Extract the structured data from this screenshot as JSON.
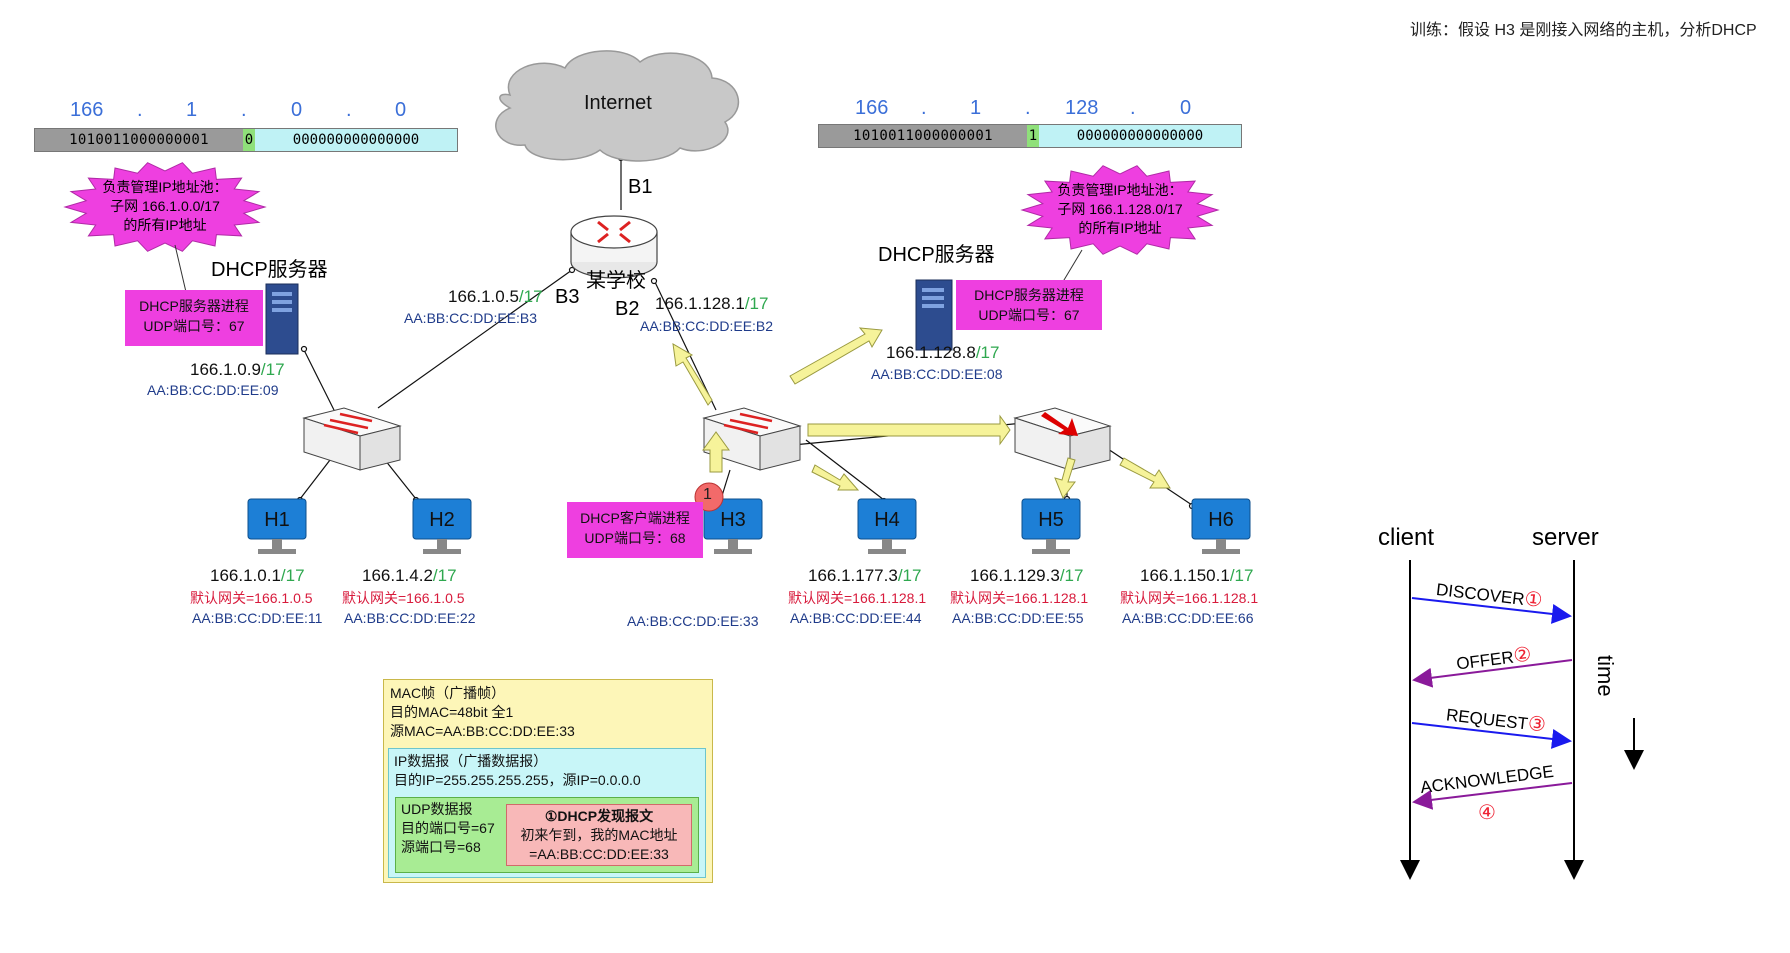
{
  "header": {
    "exercise": "训练：假设 H3 是刚接入网络的主机，分析DHCP"
  },
  "cloud": {
    "label": "Internet"
  },
  "router": {
    "label": "某学校",
    "port_b1": "B1",
    "port_b2": "B2",
    "port_b3": "B3"
  },
  "left_subnet": {
    "octets": [
      "166",
      ".",
      "1",
      ".",
      "0",
      ".",
      "0"
    ],
    "bits_net": "1010011000000001",
    "bits_sub": "0",
    "bits_host": "000000000000000",
    "star_lines": [
      "负责管理IP地址池：",
      "子网 166.1.0.0/17",
      "的所有IP地址"
    ],
    "dhcp_title": "DHCP服务器",
    "dhcp_proc": [
      "DHCP服务器进程",
      "UDP端口号：67"
    ],
    "server_ip": "166.1.0.9",
    "server_mask": "/17",
    "server_mac": "AA:BB:CC:DD:EE:09",
    "b3_ip": "166.1.0.5",
    "b3_mask": "/17",
    "b3_mac": "AA:BB:CC:DD:EE:B3"
  },
  "right_subnet": {
    "octets": [
      "166",
      ".",
      "1",
      ".",
      "128",
      ".",
      "0"
    ],
    "bits_net": "1010011000000001",
    "bits_sub": "1",
    "bits_host": "000000000000000",
    "star_lines": [
      "负责管理IP地址池：",
      "子网 166.1.128.0/17",
      "的所有IP地址"
    ],
    "dhcp_title": "DHCP服务器",
    "dhcp_proc": [
      "DHCP服务器进程",
      "UDP端口号：67"
    ],
    "server_ip": "166.1.128.8",
    "server_mask": "/17",
    "server_mac": "AA:BB:CC:DD:EE:08",
    "b2_ip": "166.1.128.1",
    "b2_mask": "/17",
    "b2_mac": "AA:BB:CC:DD:EE:B2"
  },
  "hosts": [
    {
      "name": "H1",
      "ip": "166.1.0.1",
      "mask": "/17",
      "gw": "默认网关=166.1.0.5",
      "mac": "AA:BB:CC:DD:EE:11"
    },
    {
      "name": "H2",
      "ip": "166.1.4.2",
      "mask": "/17",
      "gw": "默认网关=166.1.0.5",
      "mac": "AA:BB:CC:DD:EE:22"
    },
    {
      "name": "H3",
      "ip": "",
      "mask": "",
      "gw": "",
      "mac": "AA:BB:CC:DD:EE:33"
    },
    {
      "name": "H4",
      "ip": "166.1.177.3",
      "mask": "/17",
      "gw": "默认网关=166.1.128.1",
      "mac": "AA:BB:CC:DD:EE:44"
    },
    {
      "name": "H5",
      "ip": "166.1.129.3",
      "mask": "/17",
      "gw": "默认网关=166.1.128.1",
      "mac": "AA:BB:CC:DD:EE:55"
    },
    {
      "name": "H6",
      "ip": "166.1.150.1",
      "mask": "/17",
      "gw": "默认网关=166.1.128.1",
      "mac": "AA:BB:CC:DD:EE:66"
    }
  ],
  "client_proc": [
    "DHCP客户端进程",
    "UDP端口号：68"
  ],
  "step_badge": "1",
  "mac_frame": {
    "title": "MAC帧（广播帧）",
    "dst": "目的MAC=48bit 全1",
    "src": "源MAC=AA:BB:CC:DD:EE:33",
    "ip_title": "IP数据报（广播数据报）",
    "ip_addrs": "目的IP=255.255.255.255，源IP=0.0.0.0",
    "udp_title": "UDP数据报",
    "udp_dst": "目的端口号=67",
    "udp_src": "源端口号=68",
    "dhcp_title": "①DHCP发现报文",
    "dhcp_line1": "初来乍到，我的MAC地址",
    "dhcp_line2": "=AA:BB:CC:DD:EE:33"
  },
  "sequence": {
    "client": "client",
    "server": "server",
    "time": "time",
    "messages": [
      {
        "label": "DISCOVER",
        "num": "①"
      },
      {
        "label": "OFFER",
        "num": "②"
      },
      {
        "label": "REQUEST",
        "num": "③"
      },
      {
        "label": "ACKNOWLEDGE",
        "num": "④"
      }
    ]
  },
  "colors": {
    "pink": "#ee3fe0",
    "flow_arrow": "#f6f39a",
    "mask_green": "#2fa84f",
    "mac_blue": "#1f3b8a",
    "gateway_red": "#d81b3c",
    "octet_blue": "#3b6fd8",
    "seq_blue": "#1a1aee",
    "seq_purple": "#8a1a9a"
  }
}
